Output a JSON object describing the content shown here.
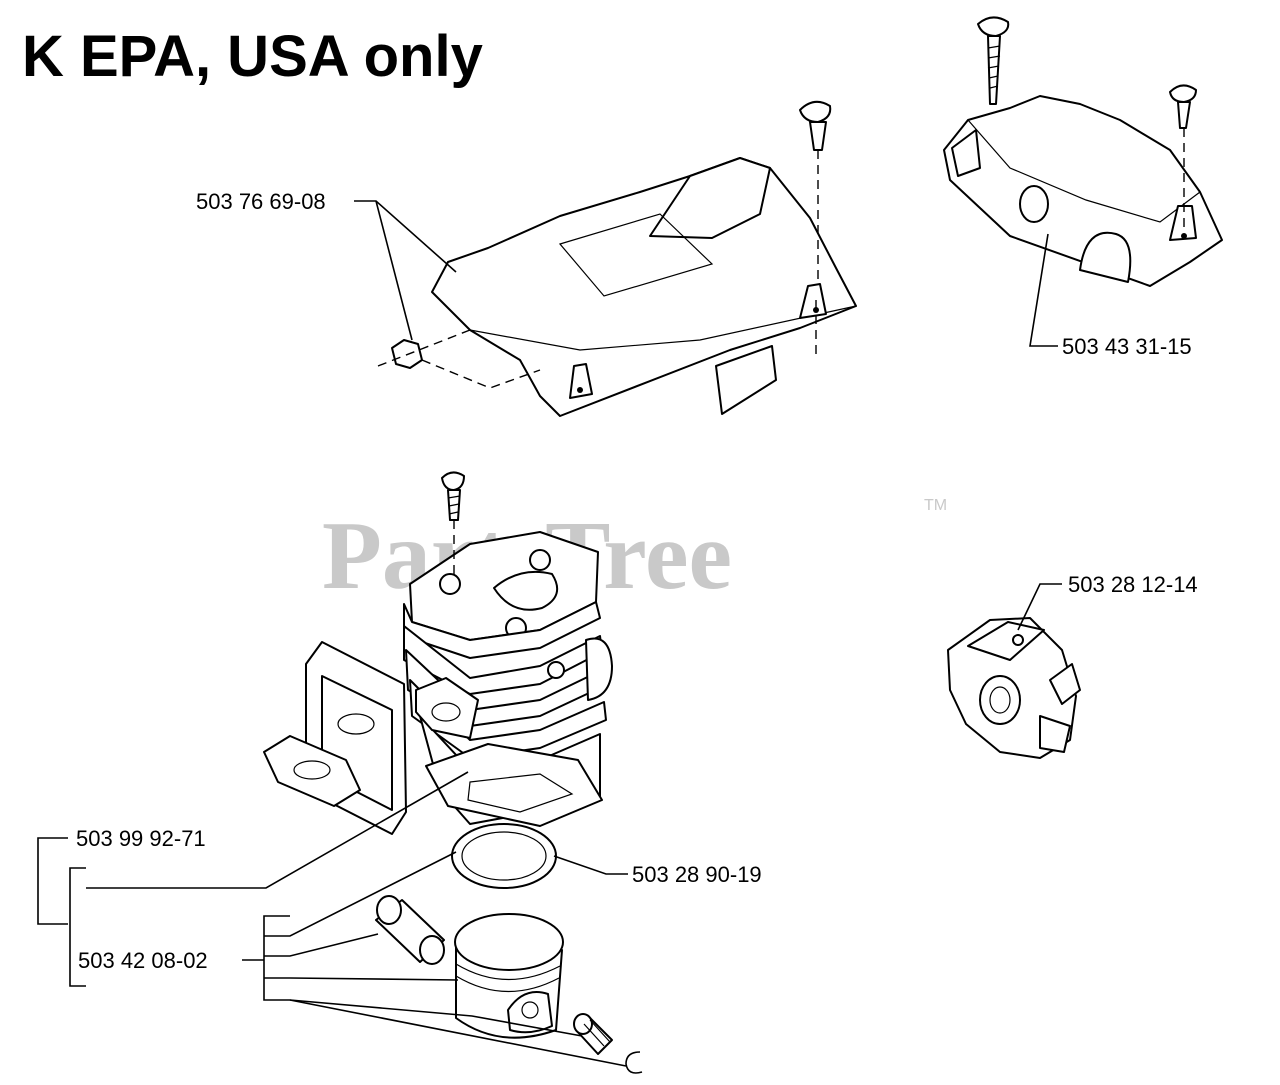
{
  "title": "K  EPA, USA only",
  "watermark": {
    "text": "PartsTree",
    "tm": "TM"
  },
  "labels": {
    "cover": "503 76 69-08",
    "chain_cover": "503 43 31-15",
    "carburetor": "503 28 12-14",
    "cylinder_kit": "503 99 92-71",
    "gasket_ring": "503 28 90-19",
    "piston_kit": "503 42 08-02"
  }
}
